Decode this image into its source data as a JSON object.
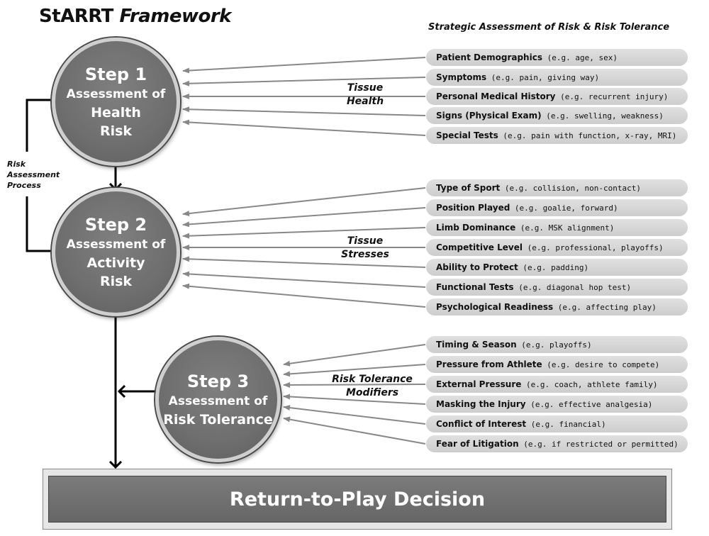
{
  "header": {
    "title_prefix": "StARRT",
    "title_suffix": "Framework",
    "subtitle": "Strategic Assessment of Risk & Risk Tolerance"
  },
  "side_label": {
    "line1": "Risk",
    "line2": "Assessment",
    "line3": "Process"
  },
  "steps": [
    {
      "step": "Step 1",
      "line1": "Assessment of",
      "line2": "Health",
      "line3": "Risk"
    },
    {
      "step": "Step 2",
      "line1": "Assessment of",
      "line2": "Activity",
      "line3": "Risk"
    },
    {
      "step": "Step 3",
      "line1": "Assessment of",
      "line2": "Risk Tolerance",
      "line3": ""
    }
  ],
  "group_labels": [
    {
      "line1": "Tissue",
      "line2": "Health"
    },
    {
      "line1": "Tissue",
      "line2": "Stresses"
    },
    {
      "line1": "Risk Tolerance",
      "line2": "Modifiers"
    }
  ],
  "factors": {
    "health": [
      {
        "label": "Patient Demographics",
        "example": " (e.g. age, sex)"
      },
      {
        "label": "Symptoms",
        "example": " (e.g. pain, giving way)"
      },
      {
        "label": "Personal Medical History",
        "example": " (e.g. recurrent injury)"
      },
      {
        "label": "Signs (Physical Exam)",
        "example": " (e.g. swelling, weakness)"
      },
      {
        "label": "Special Tests",
        "example": " (e.g. pain with function, x-ray, MRI)"
      }
    ],
    "activity": [
      {
        "label": "Type of Sport",
        "example": " (e.g. collision, non-contact)"
      },
      {
        "label": "Position Played",
        "example": " (e.g. goalie, forward)"
      },
      {
        "label": "Limb Dominance",
        "example": " (e.g. MSK alignment)"
      },
      {
        "label": "Competitive Level",
        "example": " (e.g. professional, playoffs)"
      },
      {
        "label": "Ability to Protect",
        "example": " (e.g. padding)"
      },
      {
        "label": "Functional Tests",
        "example": " (e.g. diagonal hop test)"
      },
      {
        "label": "Psychological Readiness",
        "example": " (e.g. affecting play)"
      }
    ],
    "tolerance": [
      {
        "label": "Timing & Season",
        "example": " (e.g. playoffs)"
      },
      {
        "label": "Pressure from Athlete",
        "example": " (e.g. desire to compete)"
      },
      {
        "label": "External Pressure",
        "example": " (e.g. coach, athlete family)"
      },
      {
        "label": "Masking the Injury",
        "example": " (e.g. effective analgesia)"
      },
      {
        "label": "Conflict of Interest",
        "example": " (e.g. financial)"
      },
      {
        "label": "Fear of Litigation",
        "example": " (e.g. if restricted or permitted)"
      }
    ]
  },
  "decision": {
    "label": "Return-to-Play Decision"
  },
  "colors": {
    "circle": "#6e6e6e",
    "pill": "#d6d6d6",
    "arrow": "#888888",
    "decision": "#6b6b6b"
  }
}
